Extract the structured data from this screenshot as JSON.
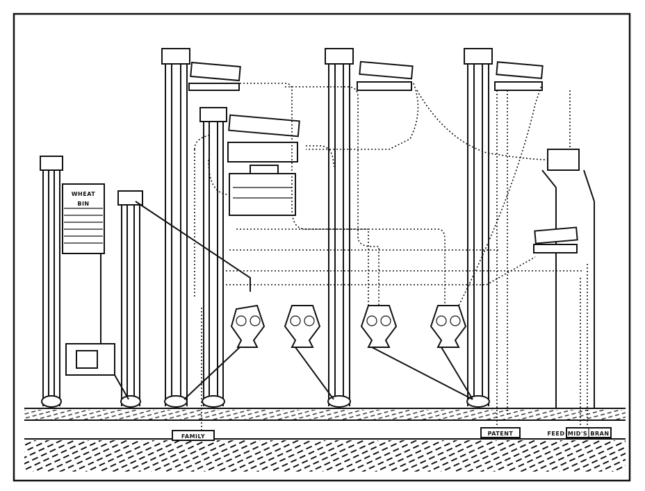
{
  "diagram": {
    "bin_label": [
      "WHEAT",
      "BIN"
    ],
    "outputs": {
      "family": "FAMILY",
      "patent": "PATENT",
      "feed": "FEED",
      "middlings": "MID'S",
      "bran": "BRAN"
    },
    "ink_color": "#111111",
    "paper_color": "#ffffff"
  }
}
